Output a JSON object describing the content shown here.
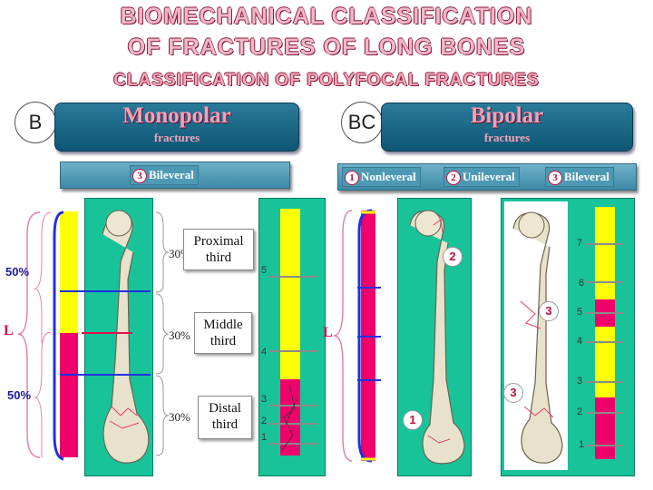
{
  "title": {
    "line1": "BIOMECHANICAL  CLASSIFICATION",
    "line2": "OF  FRACTURES  OF  LONG  BONES",
    "line3": "CLASSIFICATION OF  POLYFOCAL  FRACTURES"
  },
  "left": {
    "letter": "B",
    "banner_title": "Monopolar",
    "banner_sub": "fractures",
    "tag_num": "3",
    "tag_label": "Bileveral",
    "pct_top": "50%",
    "pct_bottom": "50%",
    "length_label": "L",
    "thirds": [
      {
        "pct": "30%",
        "line1": "Proximal",
        "line2": "third"
      },
      {
        "pct": "30%",
        "line1": "Middle",
        "line2": "third"
      },
      {
        "pct": "30%",
        "line1": "Distal",
        "line2": "third"
      }
    ],
    "scale_ticks": [
      "5",
      "4",
      "3",
      "2",
      "1"
    ]
  },
  "right": {
    "letter": "BC",
    "banner_title": "Bipolar",
    "banner_sub": "fractures",
    "tags": [
      {
        "num": "1",
        "label": "Nonleveral"
      },
      {
        "num": "2",
        "label": "Unileveral"
      },
      {
        "num": "3",
        "label": "Bileveral"
      }
    ],
    "length_label": "L",
    "bone1_markers": [
      "2",
      "1"
    ],
    "bone2_markers": [
      "3",
      "3"
    ],
    "scale_ticks": [
      "7",
      "6",
      "5",
      "4",
      "3",
      "2",
      "1"
    ]
  },
  "colors": {
    "panel": "#18c39a",
    "yellow": "#ffff00",
    "magenta": "#f0006a",
    "banner": "#1a6a8a",
    "blue": "#2030e0"
  }
}
